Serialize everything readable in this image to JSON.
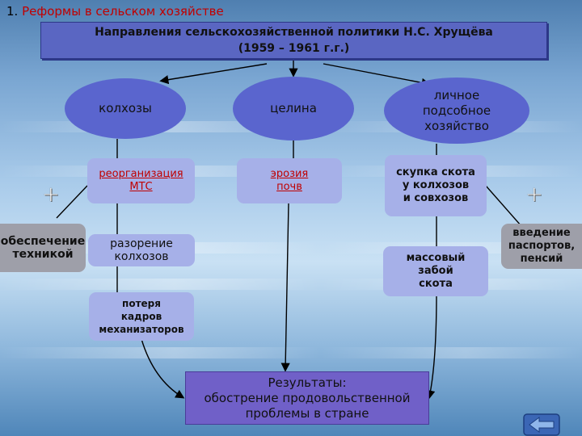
{
  "slide": {
    "number": "1.",
    "title": "Реформы в сельском хозяйстве"
  },
  "header": {
    "line1": "Направления сельскохозяйственной политики Н.С. Хрущёва",
    "line2": "(1959 – 1961 г.г.)"
  },
  "directions": {
    "kolkhozy": "колхозы",
    "tselina": "целина",
    "lichnoe": [
      "личное",
      "подсобное",
      "хозяйство"
    ]
  },
  "nodes": {
    "reorg_mts": [
      "реорганизация",
      "МТС"
    ],
    "eroziya": [
      "эрозия",
      "почв"
    ],
    "skupka": [
      "скупка скота",
      "у колхозов",
      "и совхозов"
    ],
    "obespechenie": [
      "обеспечение",
      "техникой"
    ],
    "razorenie": [
      "разорение",
      "колхозов"
    ],
    "zaboy": [
      "массовый",
      "забой",
      "скота"
    ],
    "vvedenie": [
      "введение",
      "паспортов,",
      "пенсий"
    ],
    "poterya": [
      "потеря",
      "кадров",
      "механизаторов"
    ]
  },
  "plus_symbol": "+",
  "result": {
    "line1": "Результаты:",
    "line2": "обострение продовольственной",
    "line3": "проблемы в стране"
  },
  "colors": {
    "oval": "#5a65ce",
    "box": "#a6b0e8",
    "header": "#5a66c2",
    "result": "#7060c8",
    "accent_red": "#c00000"
  },
  "nav": {
    "icon": "back-arrow-icon"
  }
}
